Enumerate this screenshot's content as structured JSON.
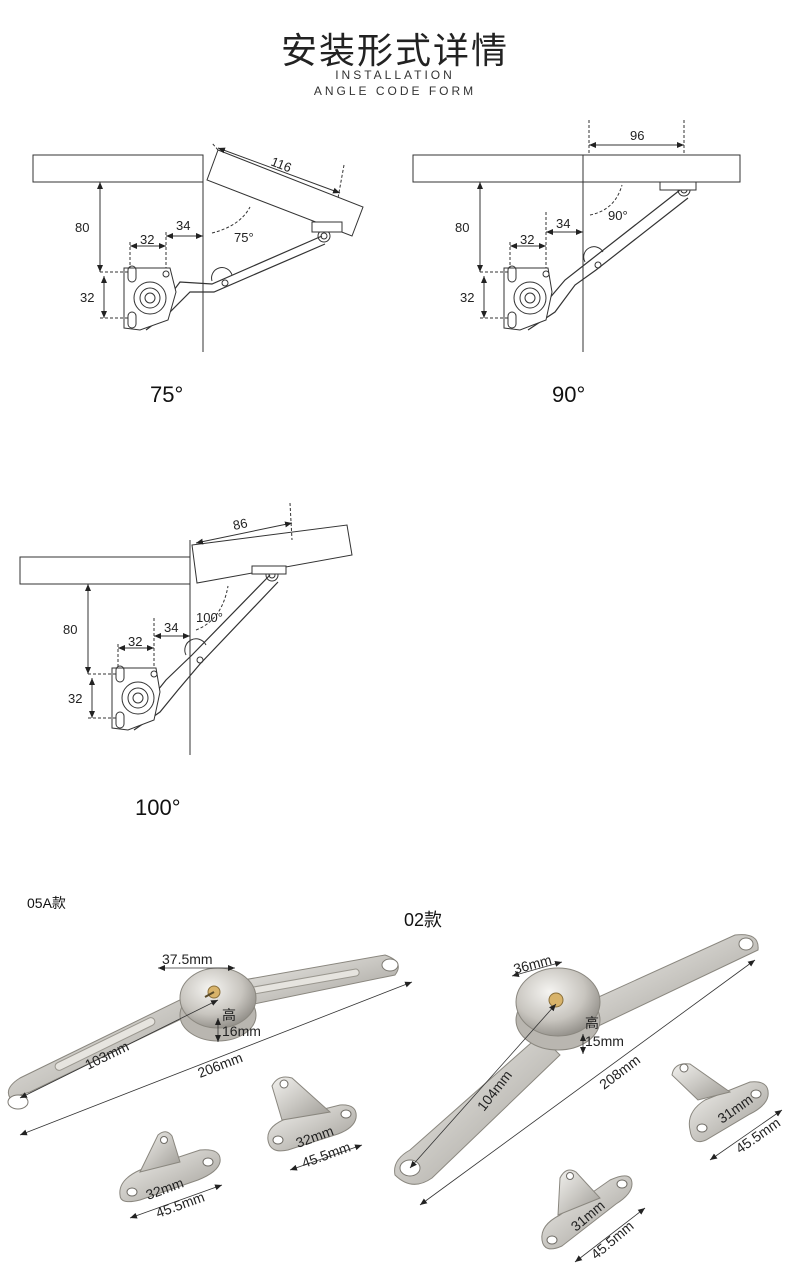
{
  "header": {
    "title": "安装形式详情",
    "subtitle_line1": "INSTALLATION",
    "subtitle_line2": "ANGLE CODE FORM"
  },
  "diagrams": [
    {
      "angle_caption": "75°",
      "arc_label": "75°",
      "offset": "116",
      "height": "80",
      "base_w": "32",
      "gap": "34",
      "base_h": "32"
    },
    {
      "angle_caption": "90°",
      "arc_label": "90°",
      "offset": "96",
      "height": "80",
      "base_w": "32",
      "gap": "34",
      "base_h": "32"
    },
    {
      "angle_caption": "100°",
      "arc_label": "100°",
      "offset": "86",
      "height": "80",
      "base_w": "32",
      "gap": "34",
      "base_h": "32"
    }
  ],
  "products": {
    "model_a": {
      "label": "05A款",
      "hub_diameter": "37.5mm",
      "height_char": "高",
      "height": "16mm",
      "arm_length": "103mm",
      "total_length": "206mm",
      "bracket1_w": "32mm",
      "bracket1_l": "45.5mm",
      "bracket2_w": "32mm",
      "bracket2_l": "45.5mm"
    },
    "model_b": {
      "label": "02款",
      "hub_diameter": "36mm",
      "height_char": "高",
      "height": "15mm",
      "arm_length": "104mm",
      "total_length": "208mm",
      "bracket1_w": "31mm",
      "bracket1_l": "45.5mm",
      "bracket2_w": "31mm",
      "bracket2_l": "45.5mm"
    }
  }
}
